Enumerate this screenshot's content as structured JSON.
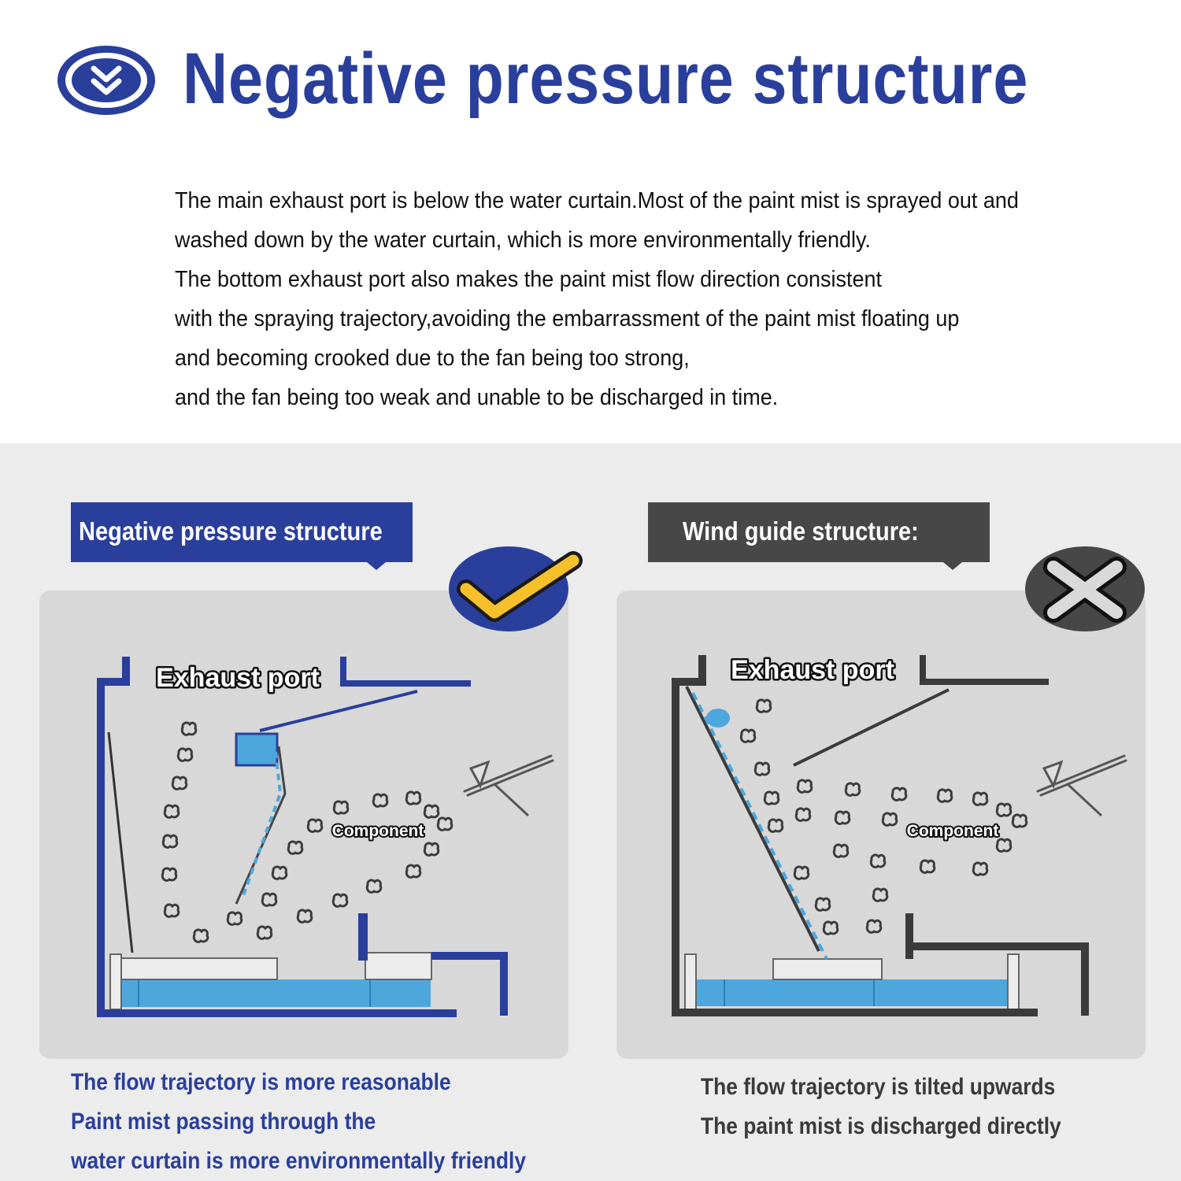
{
  "title": "Negative pressure structure",
  "description": [
    "The main exhaust port is below the water curtain.Most of the paint mist is sprayed out and",
    "washed down by the water curtain, which is more environmentally friendly.",
    "The bottom exhaust port also makes the paint mist flow direction consistent",
    "with the spraying trajectory,avoiding the embarrassment of the paint mist floating up",
    "and becoming crooked due to the fan being too strong,",
    "and the fan being too weak and unable to be discharged in time."
  ],
  "left": {
    "label": "Negative pressure structure",
    "exhaust_label": "Exhaust port",
    "component_label": "Component",
    "verdict_icon": "check-icon",
    "captions": [
      "The flow trajectory is more reasonable",
      "Paint mist passing through the",
      "water curtain is more environmentally friendly"
    ]
  },
  "right": {
    "label": "Wind guide structure:",
    "exhaust_label": "Exhaust port",
    "component_label": "Component",
    "verdict_icon": "cross-icon",
    "captions": [
      "The flow trajectory is tilted upwards",
      "The paint mist is discharged directly"
    ]
  },
  "colors": {
    "brand_blue": "#2a3f9c",
    "dark_gray": "#474747",
    "water_blue": "#4ea7dc",
    "check_yellow": "#f6c02b"
  }
}
